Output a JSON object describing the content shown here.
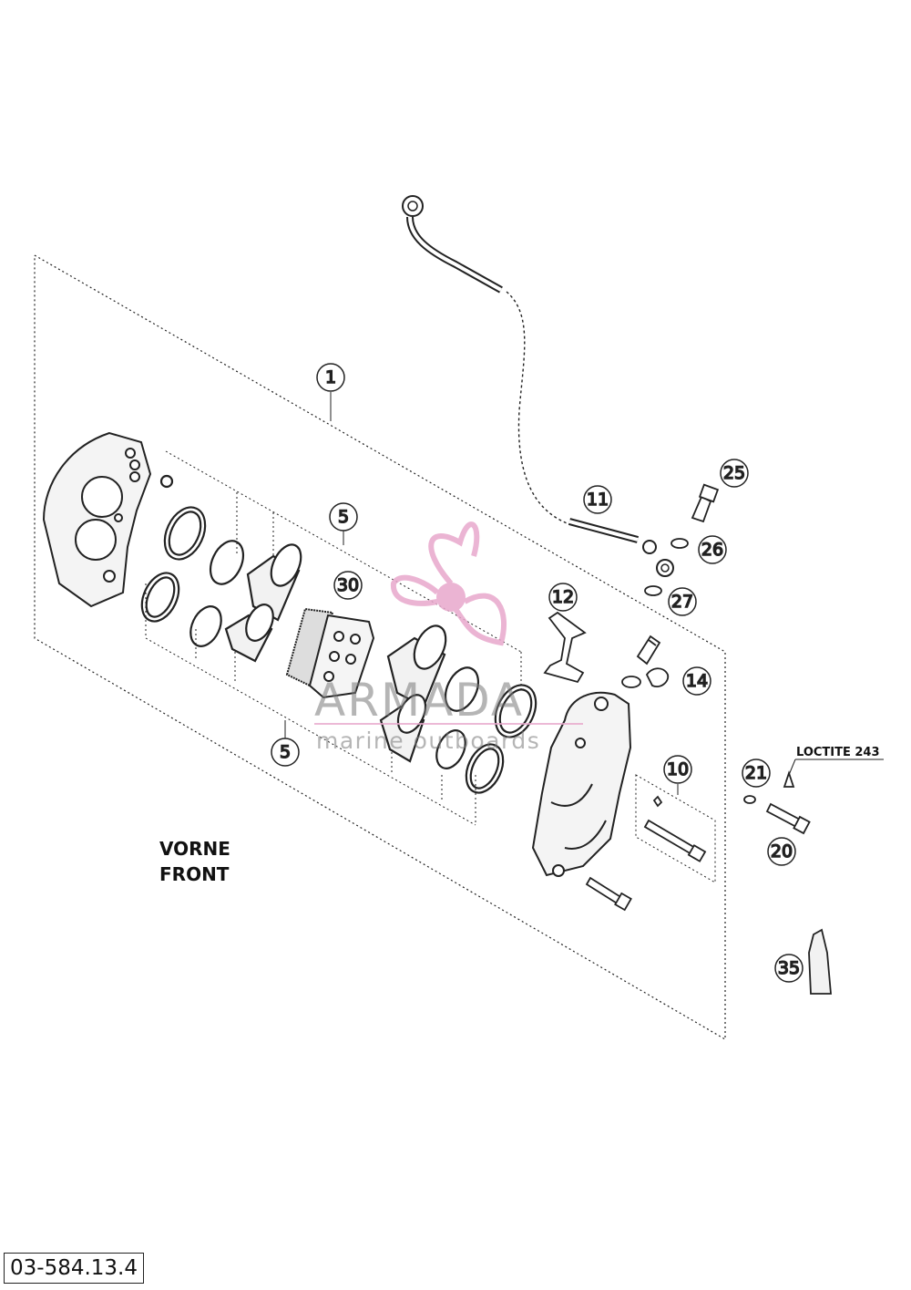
{
  "callouts": {
    "c1": "1",
    "c5a": "5",
    "c5b": "5",
    "c30": "30",
    "c11": "11",
    "c12": "12",
    "c14": "14",
    "c10": "10",
    "c25": "25",
    "c26": "26",
    "c27": "27",
    "c21": "21",
    "c20": "20",
    "c35": "35"
  },
  "labels": {
    "loctite": "LOCTITE 243",
    "direction_de": "VORNE",
    "direction_en": "FRONT"
  },
  "watermark": {
    "brand": "ARMADA",
    "tagline": "marine outboards"
  },
  "drawing_code": "03-584.13.4",
  "colors": {
    "line": "#222222",
    "watermark_pink": "#e8a8cc",
    "watermark_text": "#7a7a7a"
  }
}
